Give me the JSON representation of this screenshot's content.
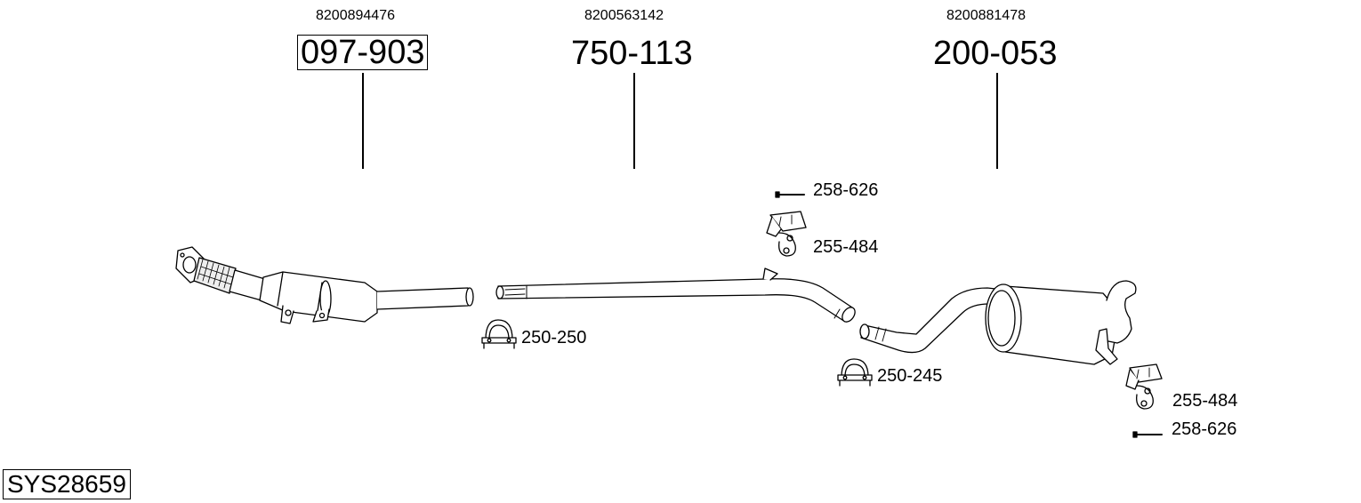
{
  "diagram": {
    "system_code": "SYS28659",
    "main_parts": [
      {
        "oem_number": "8200894476",
        "part_number": "097-903",
        "boxed": true
      },
      {
        "oem_number": "8200563142",
        "part_number": "750-113",
        "boxed": false
      },
      {
        "oem_number": "8200881478",
        "part_number": "200-053",
        "boxed": false
      }
    ],
    "accessories": [
      {
        "part_number": "258-626",
        "type": "bolt"
      },
      {
        "part_number": "255-484",
        "type": "rubber-hanger"
      },
      {
        "part_number": "250-250",
        "type": "clamp"
      },
      {
        "part_number": "250-245",
        "type": "clamp"
      },
      {
        "part_number": "255-484",
        "type": "rubber-hanger"
      },
      {
        "part_number": "258-626",
        "type": "bolt"
      }
    ]
  }
}
